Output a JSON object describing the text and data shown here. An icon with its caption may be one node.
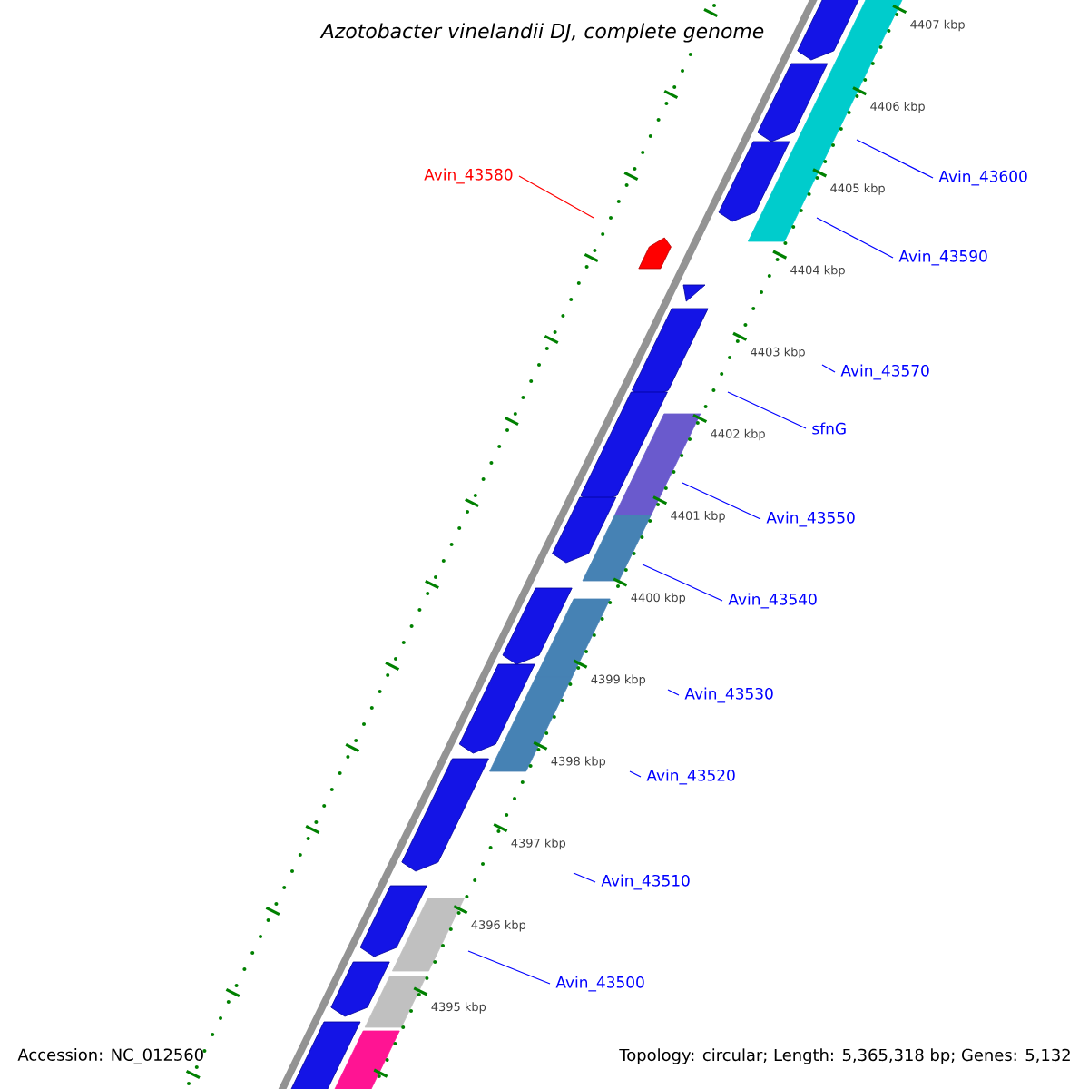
{
  "diagram": {
    "title": "Azotobacter vinelandii DJ, complete genome",
    "nodes": [
      {
        "text": [
          "Avin_43580"
        ]
      },
      {
        "text": [
          "Avin_43600"
        ]
      },
      {
        "text": [
          "Avin_43590"
        ]
      },
      {
        "text": [
          "Avin_43570"
        ]
      },
      {
        "text": [
          "sfnG"
        ]
      },
      {
        "text": [
          "Avin_43550"
        ]
      },
      {
        "text": [
          "Avin_43540"
        ]
      },
      {
        "text": [
          "Avin_43530"
        ]
      },
      {
        "text": [
          "Avin_43520"
        ]
      },
      {
        "text": [
          "Avin_43510"
        ]
      },
      {
        "text": [
          "Avin_43500"
        ]
      }
    ],
    "edges": [
      {
        "from": 0,
        "to": null,
        "arrow": "none",
        "color": "#ff0000"
      },
      {
        "from": 1,
        "to": null,
        "arrow": "none"
      },
      {
        "from": 2,
        "to": null,
        "arrow": "none"
      },
      {
        "from": 3,
        "to": null,
        "arrow": "none"
      },
      {
        "from": 4,
        "to": null,
        "arrow": "none"
      },
      {
        "from": 5,
        "to": null,
        "arrow": "none"
      },
      {
        "from": 6,
        "to": null,
        "arrow": "none"
      },
      {
        "from": 7,
        "to": null,
        "arrow": "none"
      },
      {
        "from": 8,
        "to": null,
        "arrow": "none"
      },
      {
        "from": 9,
        "to": null,
        "arrow": "none"
      },
      {
        "from": 10,
        "to": null,
        "arrow": "none"
      }
    ],
    "labels": [
      "4407 kbp",
      "4406 kbp",
      "4405 kbp",
      "4404 kbp",
      "4403 kbp",
      "4402 kbp",
      "4401 kbp",
      "4400 kbp",
      "4399 kbp",
      "4398 kbp",
      "4397 kbp",
      "4396 kbp",
      "4395 kbp",
      "Accession: NC_012560",
      "Topology: circular; Length: 5,365,318 bp; Genes: 5,132"
    ]
  }
}
